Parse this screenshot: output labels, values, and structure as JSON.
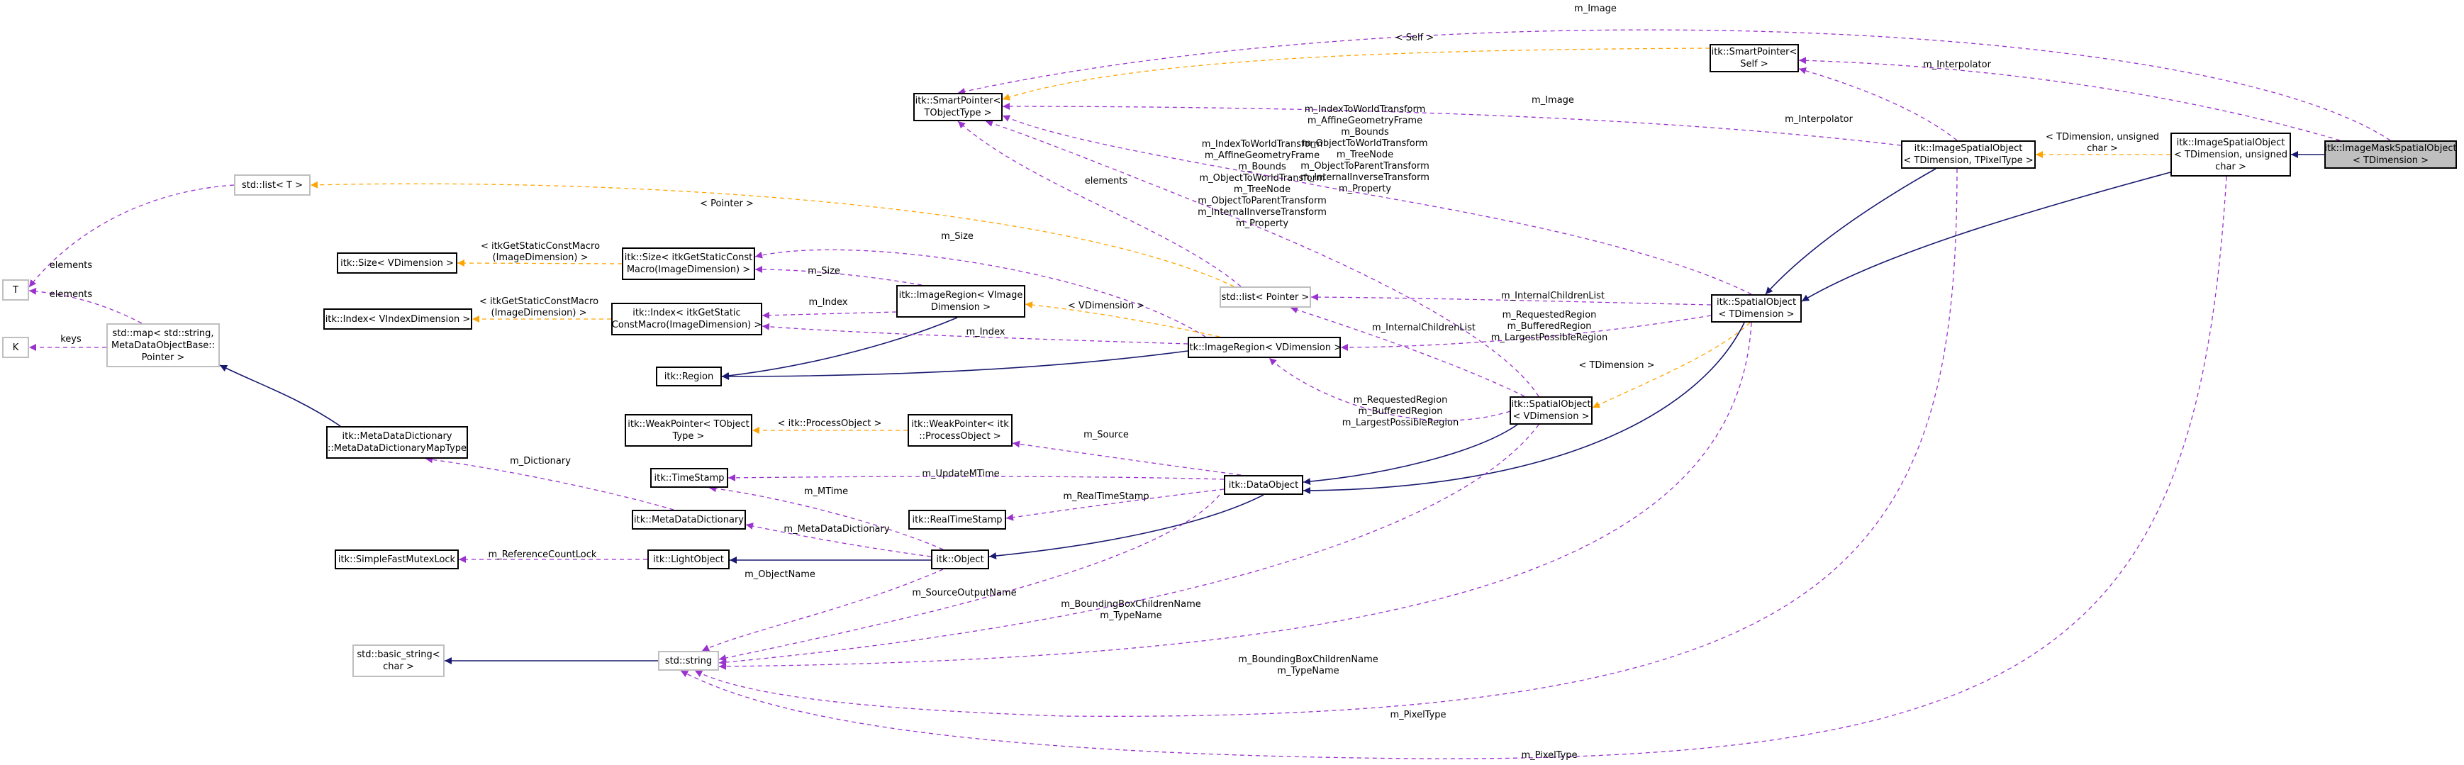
{
  "colors": {
    "inherit": "#191970",
    "usage": "#9a32cd",
    "template": "#ffa500",
    "border": "#000000",
    "external_border": "#bfbfbf",
    "focus_fill": "#bfbfbf"
  },
  "nodes": {
    "imagemaskso": [
      "itk::ImageMaskSpatialObject",
      "< TDimension >"
    ],
    "imagesoU": [
      "itk::ImageSpatialObject",
      "< TDimension, unsigned",
      "char >"
    ],
    "imageso": [
      "itk::ImageSpatialObject",
      "< TDimension, TPixelType >"
    ],
    "spatialobjT": [
      "itk::SpatialObject",
      "< TDimension >"
    ],
    "spatialobjV": [
      "itk::SpatialObject",
      "< VDimension >"
    ],
    "smartT": [
      "itk::SmartPointer<",
      "TObjectType >"
    ],
    "smartSelf": [
      "itk::SmartPointer<",
      "Self >"
    ],
    "stdlistT": [
      "std::list< T >"
    ],
    "stdlistP": [
      "std::list< Pointer >"
    ],
    "T": [
      "T"
    ],
    "K": [
      "K"
    ],
    "stdmap": [
      "std::map< std::string,",
      "MetaDataObjectBase::",
      "Pointer >"
    ],
    "sizeV": [
      "itk::Size< VDimension >"
    ],
    "sizeConst": [
      "itk::Size< itkGetStaticConst",
      "Macro(ImageDimension) >"
    ],
    "indexV": [
      "itk::Index< VIndexDimension >"
    ],
    "indexConst": [
      "itk::Index< itkGetStatic",
      "ConstMacro(ImageDimension) >"
    ],
    "imgRegionVI": [
      "itk::ImageRegion< VImage",
      "Dimension >"
    ],
    "imgRegionV": [
      "itk::ImageRegion< VDimension >"
    ],
    "region": [
      "itk::Region"
    ],
    "metaDictMap": [
      "itk::MetaDataDictionary",
      "::MetaDataDictionaryMapType"
    ],
    "weakT": [
      "itk::WeakPointer< TObject",
      "Type >"
    ],
    "weakPO": [
      "itk::WeakPointer< itk",
      "::ProcessObject >"
    ],
    "timestamp": [
      "itk::TimeStamp"
    ],
    "realtimestamp": [
      "itk::RealTimeStamp"
    ],
    "metaDict": [
      "itk::MetaDataDictionary"
    ],
    "dataobject": [
      "itk::DataObject"
    ],
    "mutex": [
      "itk::SimpleFastMutexLock"
    ],
    "lightobject": [
      "itk::LightObject"
    ],
    "object": [
      "itk::Object"
    ],
    "basicstring": [
      "std::basic_string<",
      "char >"
    ],
    "stdstring": [
      "std::string"
    ]
  },
  "edge_labels": {
    "m_image_top": [
      "m_Image"
    ],
    "self_tmpl": [
      "< Self >"
    ],
    "m_interpolator_a": [
      "m_Interpolator"
    ],
    "m_interpolator_b": [
      "m_Interpolator"
    ],
    "m_image_mid": [
      "m_Image"
    ],
    "tdim_unsigned": [
      "< TDimension, unsigned",
      "char >"
    ],
    "transform_list_a": [
      "m_IndexToWorldTransform",
      "m_AffineGeometryFrame",
      "m_Bounds",
      "m_ObjectToWorldTransform",
      "m_TreeNode",
      "m_ObjectToParentTransform",
      "m_InternalInverseTransform",
      "m_Property"
    ],
    "transform_list_b": [
      "m_IndexToWorldTransform",
      "m_AffineGeometryFrame",
      "m_Bounds",
      "m_ObjectToWorldTransform",
      "m_TreeNode",
      "m_ObjectToParentTransform",
      "m_InternalInverseTransform",
      "m_Property"
    ],
    "elements_mid": [
      "elements"
    ],
    "pointer_tmpl": [
      "< Pointer >"
    ],
    "elements_a": [
      "elements"
    ],
    "elements_b": [
      "elements"
    ],
    "keys": [
      "keys"
    ],
    "size_tmpl": [
      "< itkGetStaticConstMacro",
      "(ImageDimension) >"
    ],
    "m_size_a": [
      "m_Size"
    ],
    "m_size_b": [
      "m_Size"
    ],
    "index_tmpl": [
      "< itkGetStaticConstMacro",
      "(ImageDimension) >"
    ],
    "m_index_a": [
      "m_Index"
    ],
    "m_index_b": [
      "m_Index"
    ],
    "vdim_tmpl": [
      "< VDimension >"
    ],
    "internal_children_a": [
      "m_InternalChildrenList"
    ],
    "internal_children_b": [
      "m_InternalChildrenList"
    ],
    "regions_a": [
      "m_RequestedRegion",
      "m_BufferedRegion",
      "m_LargestPossibleRegion"
    ],
    "regions_b": [
      "m_RequestedRegion",
      "m_BufferedRegion",
      "m_LargestPossibleRegion"
    ],
    "tdim_tmpl": [
      "< TDimension >"
    ],
    "processobject_tmpl": [
      "< itk::ProcessObject >"
    ],
    "m_source": [
      "m_Source"
    ],
    "m_dictionary": [
      "m_Dictionary"
    ],
    "m_updatemtime": [
      "m_UpdateMTime"
    ],
    "m_mtime": [
      "m_MTime"
    ],
    "m_realtimestamp": [
      "m_RealTimeStamp"
    ],
    "m_metadatadictionary": [
      "m_MetaDataDictionary"
    ],
    "m_refcountlock": [
      "m_ReferenceCountLock"
    ],
    "m_objectname": [
      "m_ObjectName"
    ],
    "m_sourceoutputname": [
      "m_SourceOutputName"
    ],
    "bbox_a": [
      "m_BoundingBoxChildrenName",
      "m_TypeName"
    ],
    "bbox_b": [
      "m_BoundingBoxChildrenName",
      "m_TypeName"
    ],
    "m_pixeltype_a": [
      "m_PixelType"
    ],
    "m_pixeltype_b": [
      "m_PixelType"
    ]
  }
}
